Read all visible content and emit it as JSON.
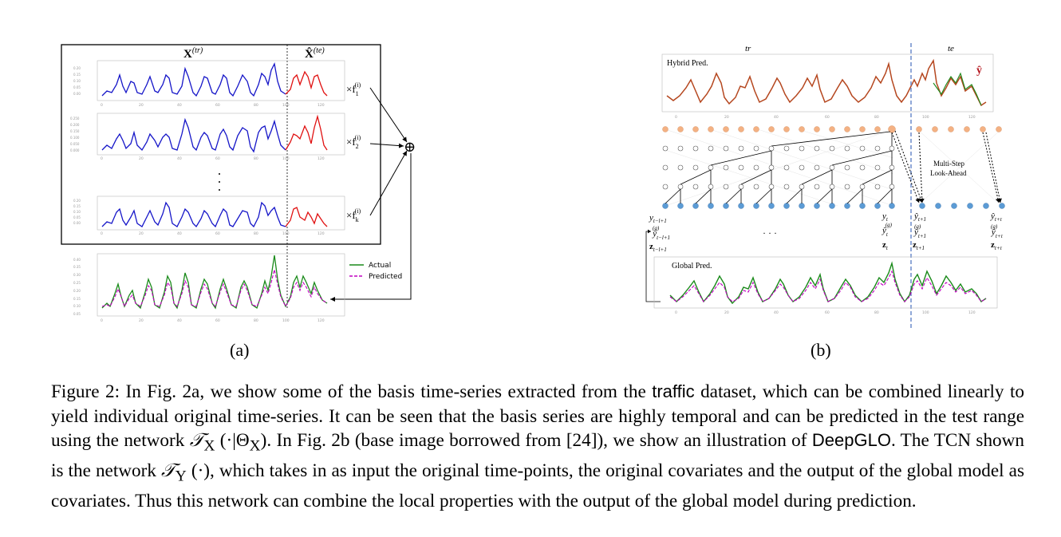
{
  "figure_a": {
    "header_train": "X",
    "header_train_sup": "(tr)",
    "header_test": "X̂",
    "header_test_sup": "(te)",
    "coeffs": [
      {
        "base": "×f",
        "sub": "1",
        "sup": "(i)"
      },
      {
        "base": "×f",
        "sub": "2",
        "sup": "(i)"
      },
      {
        "base": "×f",
        "sub": "k",
        "sup": "(i)"
      }
    ],
    "plus_symbol": "⊕",
    "legend": [
      {
        "label": "Actual",
        "color": "#1a8a1a"
      },
      {
        "label": "Predicted",
        "color": "#c000c0"
      }
    ],
    "x_ticks": [
      "0",
      "20",
      "40",
      "60",
      "80",
      "100",
      "120"
    ],
    "y_ticks_bottom": [
      "0.40",
      "0.35",
      "0.30",
      "0.25",
      "0.20",
      "0.15",
      "0.10",
      "0.05"
    ],
    "label": "(a)"
  },
  "figure_b": {
    "tr_label": "tr",
    "te_label": "te",
    "hybrid_label": "Hybrid Pred.",
    "yhat_label": "ŷ",
    "global_label": "Global Pred.",
    "multistep_label": [
      "Multi-Step",
      "Look-Ahead"
    ],
    "var_labels": {
      "left_y": "y",
      "left_y_sub": "t−l+1",
      "left_yg": "ŷ",
      "left_yg_sup": "(g)",
      "left_yg_sub": "t−l+1",
      "left_z": "z",
      "left_z_sub": "t−l+1",
      "dots": "· · ·",
      "mid_y": "y",
      "mid_y_sub": "t",
      "mid_yg": "ŷ",
      "mid_yg_sup": "(g)",
      "mid_yg_sub": "t",
      "mid_z": "z",
      "mid_z_sub": "t",
      "r1_y": "ŷ",
      "r1_y_sub": "t+1",
      "r1_yg": "ŷ",
      "r1_yg_sup": "(g)",
      "r1_yg_sub": "t+1",
      "r1_z": "z",
      "r1_z_sub": "t+1",
      "r2_y": "ŷ",
      "r2_y_sub": "t+τ",
      "r2_yg": "ŷ",
      "r2_yg_sup": "(g)",
      "r2_yg_sub": "t+τ",
      "r2_z": "z",
      "r2_z_sub": "t+τ"
    },
    "x_ticks": [
      "0",
      "20",
      "40",
      "60",
      "80",
      "100",
      "120"
    ],
    "label": "(b)"
  },
  "caption": {
    "p1": "Figure 2:",
    "p2": " In Fig. 2a, we show some of the basis time-series extracted from the ",
    "dataset": "traffic",
    "p3": " dataset, which can be combined linearly to yield individual original time-series. It can be seen that the basis series are highly temporal and can be predicted in the test range using the network ",
    "netx": "𝒯",
    "netx_sub": "X",
    "p4": " (·|Θ",
    "p4_sub": "X",
    "p5": "). In Fig. 2b (base image borrowed from [24]), we show an illustration of ",
    "model": "DeepGLO",
    "p6": ". The TCN shown is the network ",
    "nety": "𝒯",
    "nety_sub": "Y",
    "p7": " (·), which takes in as input the original time-points, the original covariates and the output of the global model as covariates. Thus this network can combine the local properties with the output of the global model during prediction."
  },
  "colors": {
    "train_line": "#1515c8",
    "test_line": "#e01010",
    "actual": "#1a8a1a",
    "predicted": "#c000c0",
    "hybrid": "#b5471f",
    "node_orange": "#f4b183",
    "node_blue": "#5b9bd5",
    "dashed_divider": "#6b8ccc"
  }
}
